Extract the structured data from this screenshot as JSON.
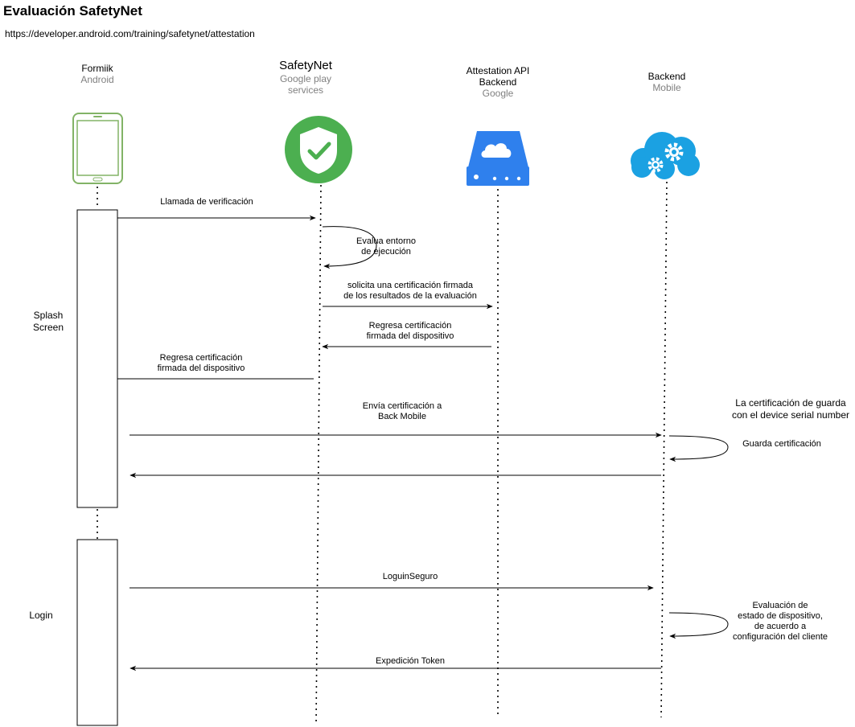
{
  "title": {
    "bold": "Evaluación",
    "rest": "SafetyNet"
  },
  "url": "https://developer.android.com/training/safetynet/attestation",
  "participants": [
    {
      "name": "Formiik",
      "sub": "Android",
      "icon": "android-phone-icon"
    },
    {
      "name": "SafetyNet",
      "sub1": "Google play",
      "sub2": "services",
      "icon": "safetynet-shield-icon"
    },
    {
      "name1": "Attestation API",
      "name2": "Backend",
      "sub": "Google",
      "icon": "cloud-server-icon"
    },
    {
      "name": "Backend",
      "sub": "Mobile",
      "icon": "cloud-gears-icon"
    }
  ],
  "phases": [
    {
      "line1": "Splash",
      "line2": "Screen"
    },
    {
      "line1": "Login"
    }
  ],
  "messages": [
    {
      "line1": "Llamada de verificación"
    },
    {
      "line1": "Evalua entorno",
      "line2": "de ejecución"
    },
    {
      "line1": "solicita una certificación firmada",
      "line2": "de los resultados de la evaluación"
    },
    {
      "line1": "Regresa certificación",
      "line2": "firmada del dispositivo"
    },
    {
      "line1": "Regresa certificación",
      "line2": "firmada del dispositivo"
    },
    {
      "line1": "Envía certificación a",
      "line2": "Back Mobile"
    },
    {
      "line1": "Guarda certificación"
    },
    {
      "line1": "LoguinSeguro"
    },
    {
      "line1": "Evaluación de",
      "line2": "estado de dispositivo,",
      "line3": "de acuerdo a",
      "line4": "configuración del cliente"
    },
    {
      "line1": "Expedición Token"
    }
  ],
  "note": {
    "line1": "La certificación de guarda",
    "line2": "con el device serial number"
  },
  "colors": {
    "phone_green": "#82b366",
    "shield_green": "#4caf50",
    "server_blue": "#2f80ed",
    "cloud_blue": "#1ba1e2"
  }
}
